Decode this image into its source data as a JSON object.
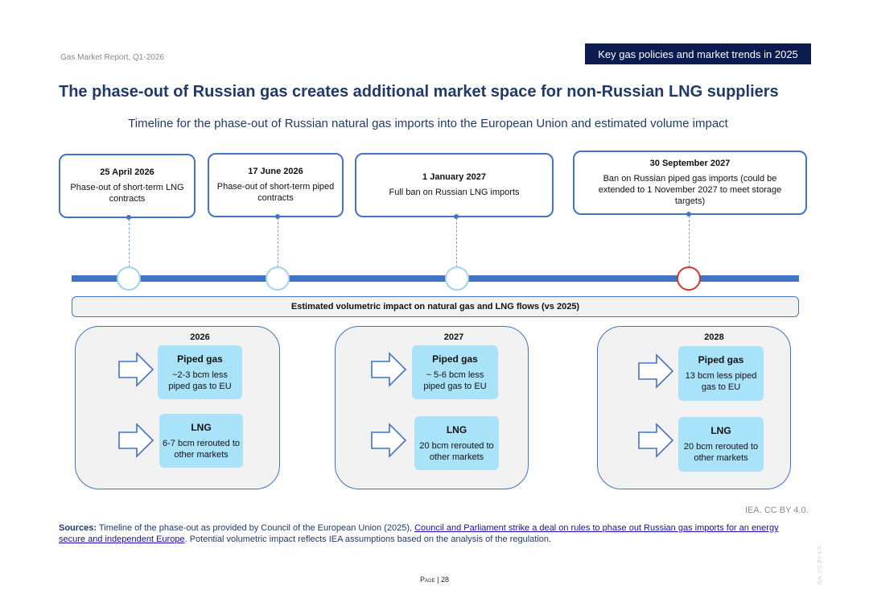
{
  "header": {
    "report_label": "Gas Market Report, Q1-2026",
    "section_banner": "Key gas policies and market trends in 2025",
    "title": "The phase-out of Russian gas creates additional market space for non-Russian LNG suppliers",
    "subtitle": "Timeline for the phase-out of Russian natural gas imports into the European Union and estimated volume impact"
  },
  "timeline": {
    "events": [
      {
        "date": "25 April 2026",
        "description": "Phase-out of short-term LNG contracts"
      },
      {
        "date": "17 June 2026",
        "description": "Phase-out of short-term piped contracts"
      },
      {
        "date": "1 January 2027",
        "description": "Full ban on Russian LNG imports"
      },
      {
        "date": "30 September 2027",
        "description": "Ban on Russian piped gas imports (could be extended to 1 November 2027 to meet storage targets)"
      }
    ]
  },
  "impact": {
    "header": "Estimated volumetric impact on natural gas and LNG flows (vs 2025)",
    "years": [
      {
        "year": "2026",
        "piped": {
          "title": "Piped gas",
          "text": "~2-3 bcm less piped gas to EU"
        },
        "lng": {
          "title": "LNG",
          "text": "6-7 bcm rerouted to other markets"
        }
      },
      {
        "year": "2027",
        "piped": {
          "title": "Piped gas",
          "text": "~ 5-6 bcm less piped gas to EU"
        },
        "lng": {
          "title": "LNG",
          "text": "20 bcm rerouted to other markets"
        }
      },
      {
        "year": "2028",
        "piped": {
          "title": "Piped gas",
          "text": "13 bcm less piped gas to EU"
        },
        "lng": {
          "title": "LNG",
          "text": "20 bcm rerouted to other markets"
        }
      }
    ]
  },
  "footer": {
    "license": "IEA. CC BY 4.0.",
    "sources_label": "Sources:",
    "sources_text_1": " Timeline of the phase-out as provided by Council of the European Union (2025), ",
    "sources_link": "Council and Parliament strike a deal on rules to phase out Russian gas imports for an energy secure and independent Europe",
    "sources_text_2": ". Potential volumetric impact reflects IEA assumptions based on the analysis of the regulation.",
    "page_label": "Page",
    "page_sep": " | ",
    "page_number": "28",
    "side_license": "IEA. CC BY 4.0."
  },
  "colors": {
    "title_blue": "#1f3a6b",
    "banner_navy": "#0b1a4f",
    "timeline_blue": "#4472c4",
    "card_cyan": "#a9e3fa",
    "marker_red": "#d9332b"
  }
}
